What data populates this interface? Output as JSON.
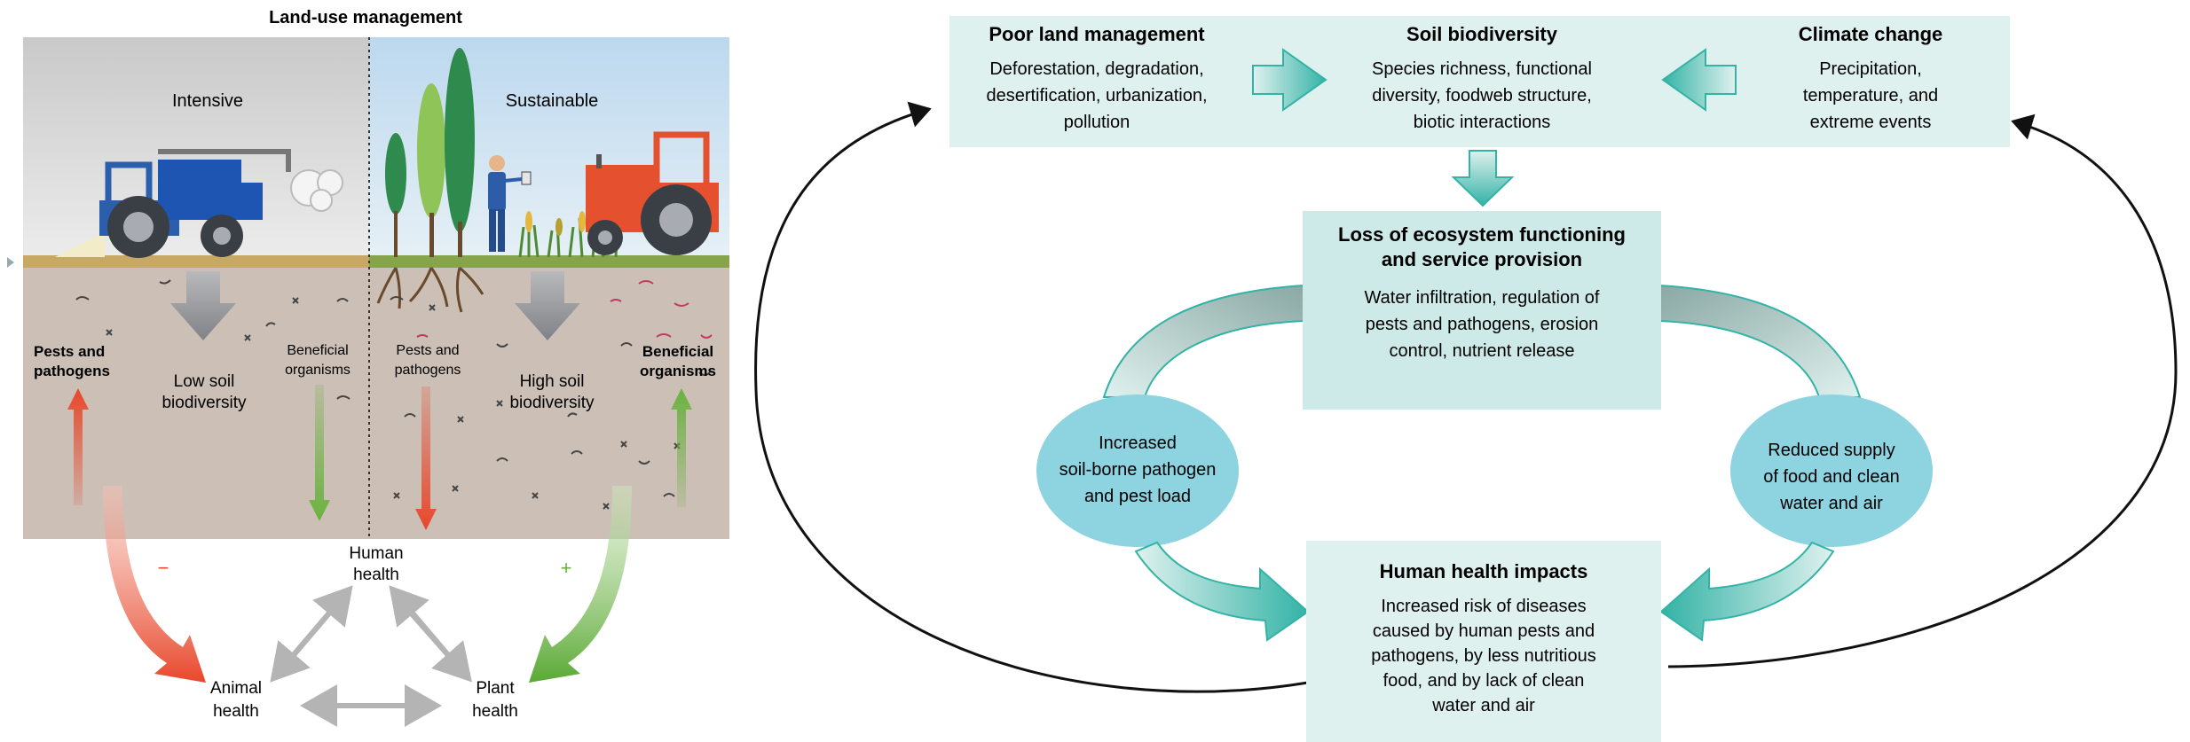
{
  "left_panel": {
    "title": "Land-use management",
    "intensive": {
      "label": "Intensive",
      "pests_line1": "Pests and",
      "pests_line2": "pathogens",
      "beneficial_line1": "Beneficial",
      "beneficial_line2": "organisms",
      "biodiversity_line1": "Low soil",
      "biodiversity_line2": "biodiversity",
      "sign": "−"
    },
    "sustainable": {
      "label": "Sustainable",
      "pests_line1": "Pests and",
      "pests_line2": "pathogens",
      "beneficial_line1": "Beneficial",
      "beneficial_line2": "organisms",
      "biodiversity_line1": "High soil",
      "biodiversity_line2": "biodiversity",
      "sign": "+"
    },
    "one_health": {
      "human_line1": "Human",
      "human_line2": "health",
      "animal_line1": "Animal",
      "animal_line2": "health",
      "plant_line1": "Plant",
      "plant_line2": "health"
    }
  },
  "right_panel": {
    "poor_land": {
      "title": "Poor land management",
      "lines": [
        "Deforestation, degradation,",
        "desertification, urbanization,",
        "pollution"
      ]
    },
    "soil_biodiversity": {
      "title": "Soil biodiversity",
      "lines": [
        "Species richness, functional",
        "diversity, foodweb structure,",
        "biotic interactions"
      ]
    },
    "climate_change": {
      "title": "Climate change",
      "lines": [
        "Precipitation,",
        "temperature, and",
        "extreme events"
      ]
    },
    "loss_functioning": {
      "title_lines": [
        "Loss of ecosystem functioning",
        "and service provision"
      ],
      "lines": [
        "Water infiltration, regulation of",
        "pests and pathogens, erosion",
        "control, nutrient release"
      ]
    },
    "pathogen_load": {
      "lines": [
        "Increased",
        "soil-borne pathogen",
        "and pest load"
      ]
    },
    "reduced_supply": {
      "lines": [
        "Reduced supply",
        "of food and clean",
        "water and air"
      ]
    },
    "health_impacts": {
      "title": "Human health impacts",
      "lines": [
        "Increased risk of diseases",
        "caused by human pests and",
        "pathogens, by less nutritious",
        "food, and by lack of clean",
        "water and air"
      ]
    }
  },
  "colors": {
    "box_fill": "#dff1ee",
    "box_fill_dark": "#cdeae8",
    "ellipse_fill": "#8dd3e0",
    "teal_arrow": "#33b3a6",
    "red_arrow": "#e8472b",
    "green_arrow": "#6ab23e",
    "soil": "#cbbfb6",
    "sky_intensive": "#d9d9d9",
    "sky_sustainable": "#cfe3f1"
  }
}
